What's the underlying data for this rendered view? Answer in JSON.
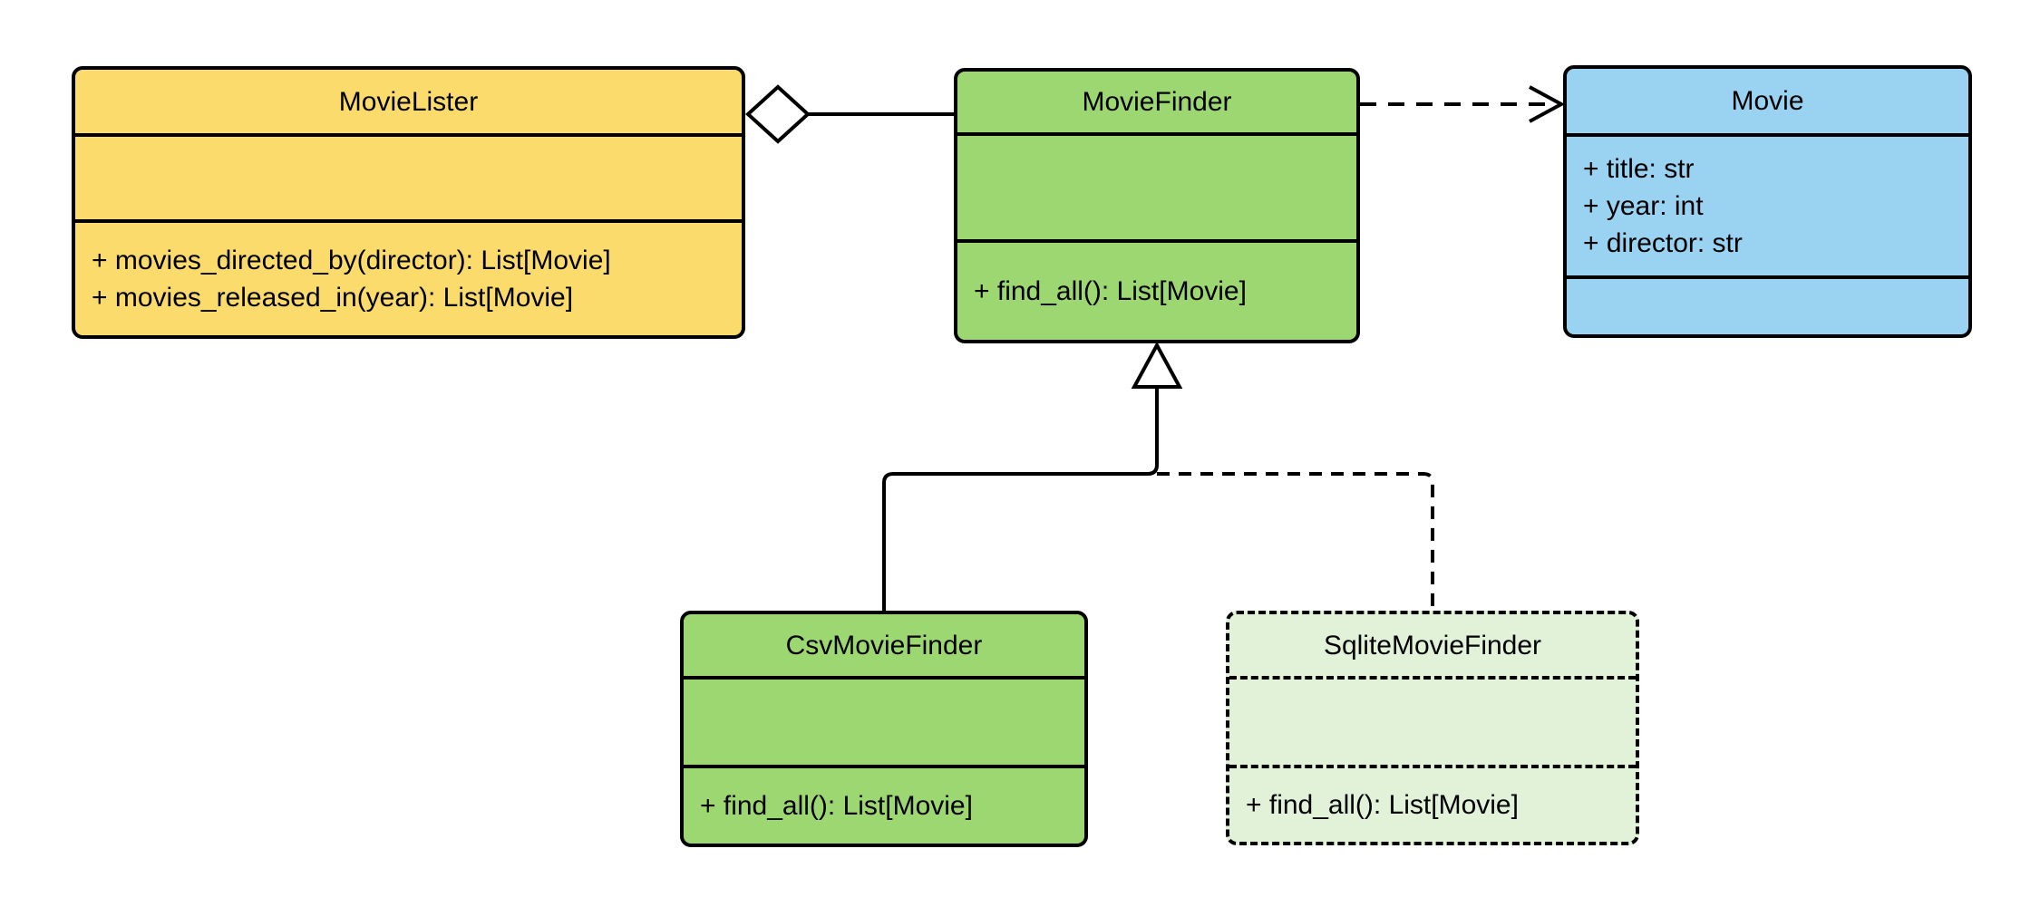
{
  "diagram": {
    "kind": "uml-class-diagram",
    "colors": {
      "background": "#FFFFFF",
      "stroke": "#000000",
      "yellow": "#FCDB6D",
      "green": "#9DD772",
      "blue": "#9AD2F2",
      "light_green": "#E1F2D9"
    },
    "classes": [
      {
        "name": "MovieLister",
        "fill": "#FCDB6D",
        "border": "solid",
        "attributes": [],
        "methods": [
          "+ movies_directed_by(director): List[Movie]",
          "+ movies_released_in(year): List[Movie]"
        ]
      },
      {
        "name": "MovieFinder",
        "fill": "#9DD772",
        "border": "solid",
        "attributes": [],
        "methods": [
          "+ find_all(): List[Movie]"
        ]
      },
      {
        "name": "Movie",
        "fill": "#9AD2F2",
        "border": "solid",
        "attributes": [
          "+ title: str",
          "+ year: int",
          "+ director: str"
        ],
        "methods": []
      },
      {
        "name": "CsvMovieFinder",
        "fill": "#9DD772",
        "border": "solid",
        "attributes": [],
        "methods": [
          "+ find_all(): List[Movie]"
        ]
      },
      {
        "name": "SqliteMovieFinder",
        "fill": "#E1F2D9",
        "border": "dashed",
        "attributes": [],
        "methods": [
          "+ find_all(): List[Movie]"
        ]
      }
    ],
    "relationships": [
      {
        "type": "aggregation",
        "from": "MovieLister",
        "to": "MovieFinder",
        "line": "solid",
        "marker": "hollow-diamond"
      },
      {
        "type": "dependency",
        "from": "MovieFinder",
        "to": "Movie",
        "line": "dashed",
        "marker": "open-arrow"
      },
      {
        "type": "generalization",
        "from": "CsvMovieFinder",
        "to": "MovieFinder",
        "line": "solid",
        "marker": "hollow-triangle"
      },
      {
        "type": "generalization",
        "from": "SqliteMovieFinder",
        "to": "MovieFinder",
        "line": "dashed",
        "marker": "hollow-triangle"
      }
    ]
  }
}
